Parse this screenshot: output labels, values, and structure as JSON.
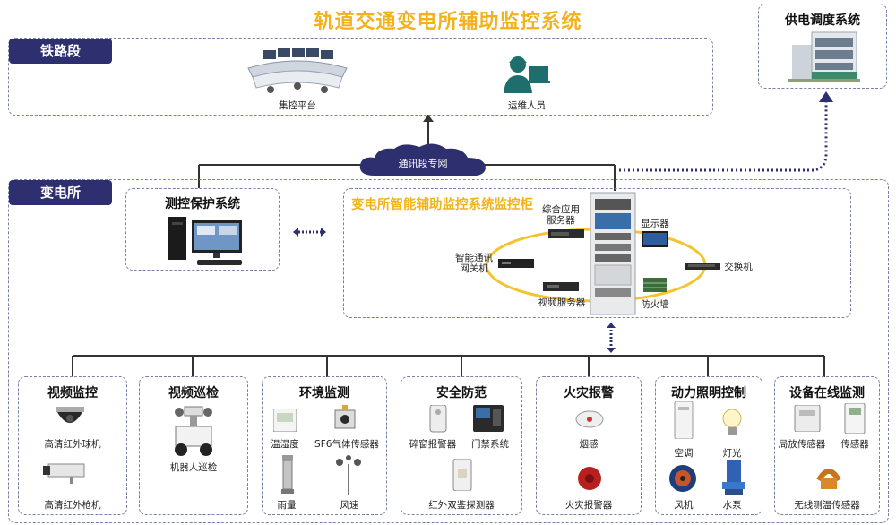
{
  "title": "轨道交通变电所辅助监控系统",
  "railway": {
    "tag": "铁路段",
    "platform": "集控平台",
    "staff": "运维人员"
  },
  "dispatch": {
    "title": "供电调度系统"
  },
  "cloud": {
    "label": "通讯段专网"
  },
  "substation": {
    "tag": "变电所"
  },
  "protect": {
    "title": "测控保护系统"
  },
  "cabinet": {
    "title": "变电所智能辅助监控系统监控柜",
    "devices": {
      "app_server": "综合应用\n服务器",
      "display": "显示器",
      "gateway": "智能通讯\n网关机",
      "switch": "交换机",
      "video_server": "视频服务器",
      "firewall": "防火墙"
    }
  },
  "subsystems": [
    {
      "title": "视频监控",
      "items": [
        "高清红外球机",
        "高清红外枪机"
      ]
    },
    {
      "title": "视频巡检",
      "items": [
        "机器人巡检"
      ]
    },
    {
      "title": "环境监测",
      "items": [
        "温湿度",
        "SF6气体传感器",
        "雨量",
        "风速"
      ]
    },
    {
      "title": "安全防范",
      "items": [
        "碎窗报警器",
        "门禁系统",
        "红外双鉴探测器"
      ]
    },
    {
      "title": "火灾报警",
      "items": [
        "烟感",
        "火灾报警器"
      ]
    },
    {
      "title": "动力照明控制",
      "items": [
        "空调",
        "灯光",
        "风机",
        "水泵"
      ]
    },
    {
      "title": "设备在线监测",
      "items": [
        "局放传感器",
        "传感器",
        "无线测温传感器"
      ]
    }
  ],
  "colors": {
    "title": "#f2b21c",
    "accent": "#2e2f6e",
    "dash": "#7a7fa8"
  }
}
